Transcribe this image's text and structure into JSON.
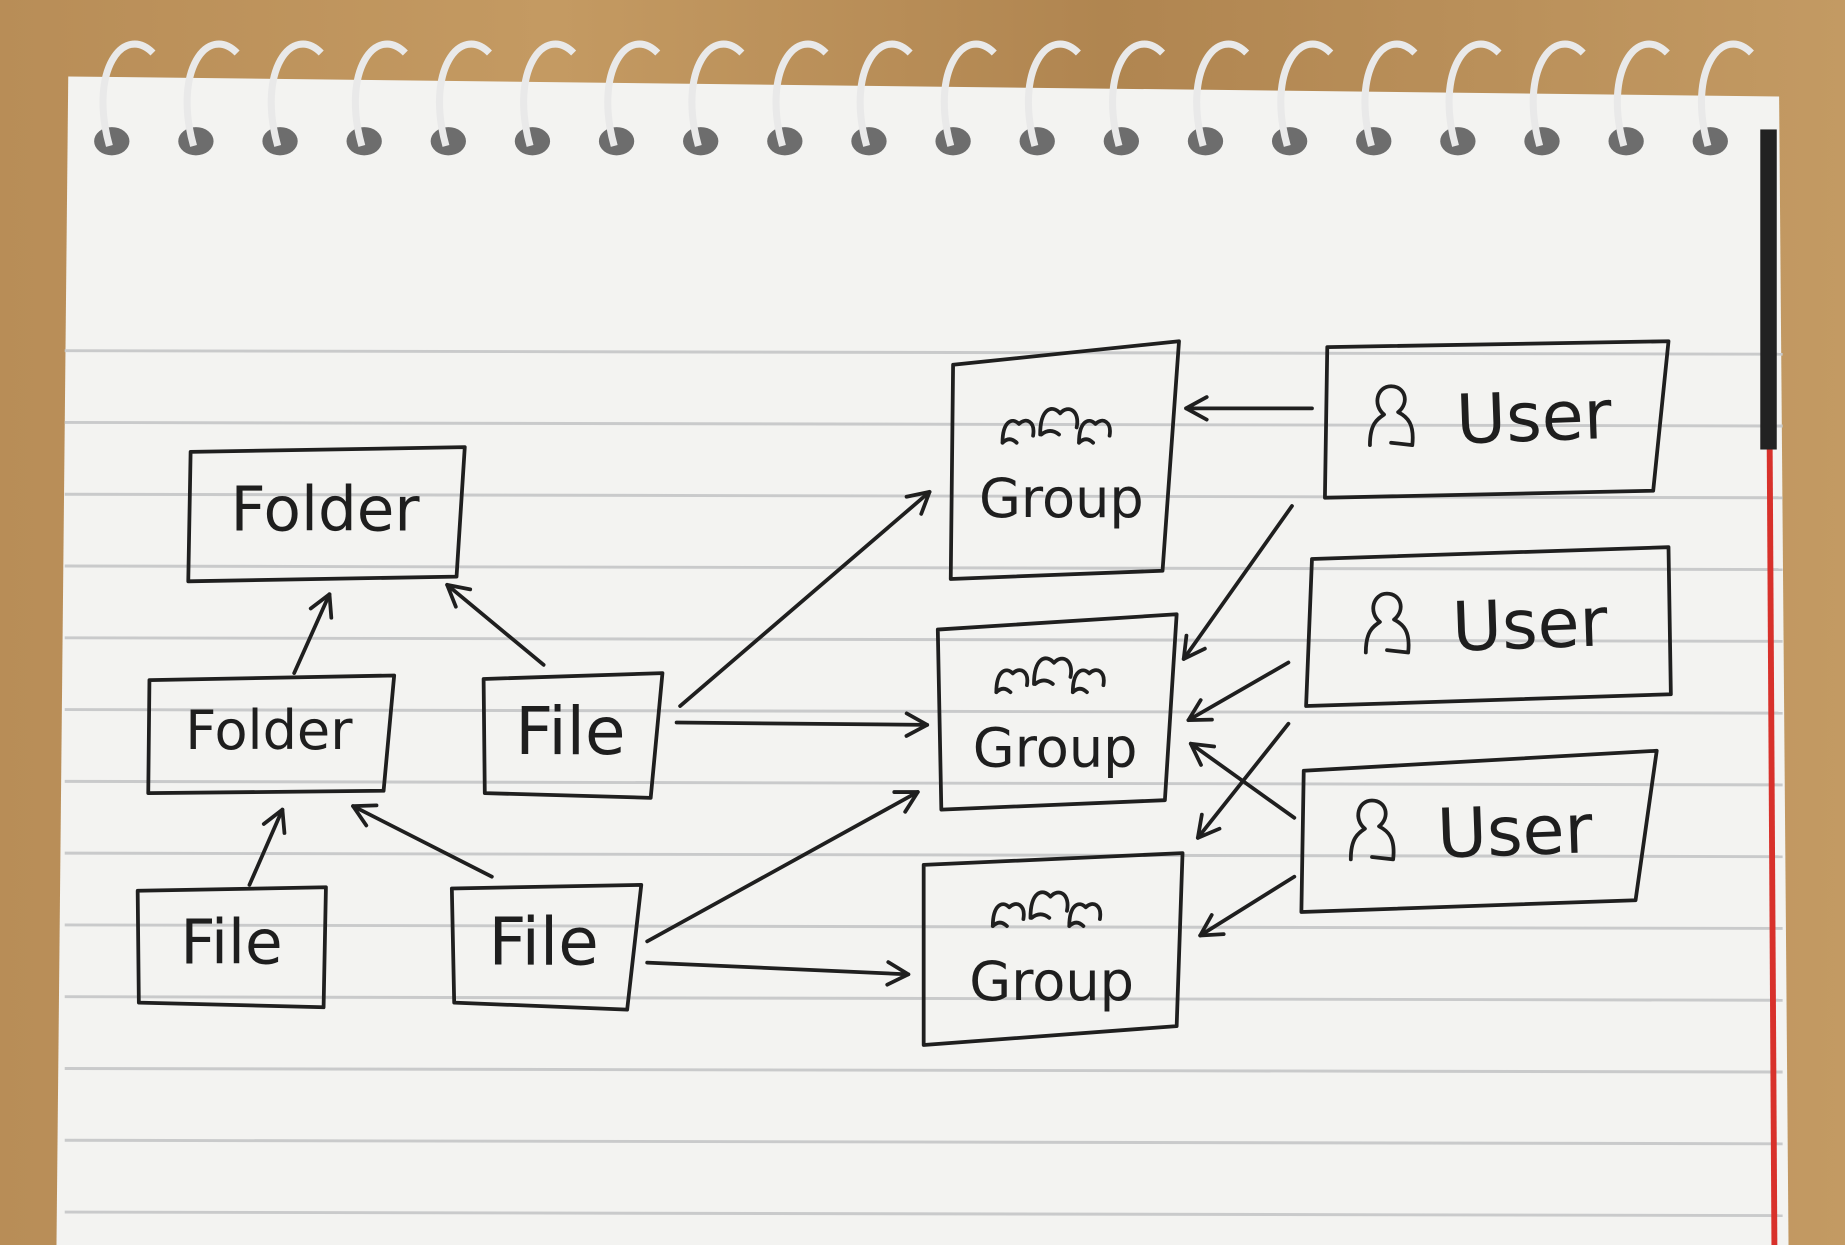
{
  "diagram": {
    "nodes": [
      {
        "id": "folder-top",
        "type": "folder",
        "label": "Folder"
      },
      {
        "id": "folder-mid",
        "type": "folder",
        "label": "Folder"
      },
      {
        "id": "file-mid",
        "type": "file",
        "label": "File"
      },
      {
        "id": "file-bottom-left",
        "type": "file",
        "label": "File"
      },
      {
        "id": "file-bottom-mid",
        "type": "file",
        "label": "File"
      },
      {
        "id": "group-1",
        "type": "group",
        "label": "Group"
      },
      {
        "id": "group-2",
        "type": "group",
        "label": "Group"
      },
      {
        "id": "group-3",
        "type": "group",
        "label": "Group"
      },
      {
        "id": "user-1",
        "type": "user",
        "label": "User"
      },
      {
        "id": "user-2",
        "type": "user",
        "label": "User"
      },
      {
        "id": "user-3",
        "type": "user",
        "label": "User"
      }
    ],
    "edges": [
      {
        "from": "folder-mid",
        "to": "folder-top"
      },
      {
        "from": "file-mid",
        "to": "folder-top"
      },
      {
        "from": "file-bottom-left",
        "to": "folder-mid"
      },
      {
        "from": "file-bottom-mid",
        "to": "folder-mid"
      },
      {
        "from": "file-mid",
        "to": "group-1"
      },
      {
        "from": "file-mid",
        "to": "group-2"
      },
      {
        "from": "file-bottom-mid",
        "to": "group-2"
      },
      {
        "from": "file-bottom-mid",
        "to": "group-3"
      },
      {
        "from": "user-1",
        "to": "group-1"
      },
      {
        "from": "user-1",
        "to": "group-2"
      },
      {
        "from": "user-2",
        "to": "group-2"
      },
      {
        "from": "user-2",
        "to": "group-3"
      },
      {
        "from": "user-3",
        "to": "group-2"
      },
      {
        "from": "user-3",
        "to": "group-3"
      }
    ],
    "colors": {
      "paper": "#f4f4f2",
      "rule": "#c9cacb",
      "margin": "#d8312b",
      "ink": "#1f1f1f",
      "wood": "#b88d57"
    }
  }
}
